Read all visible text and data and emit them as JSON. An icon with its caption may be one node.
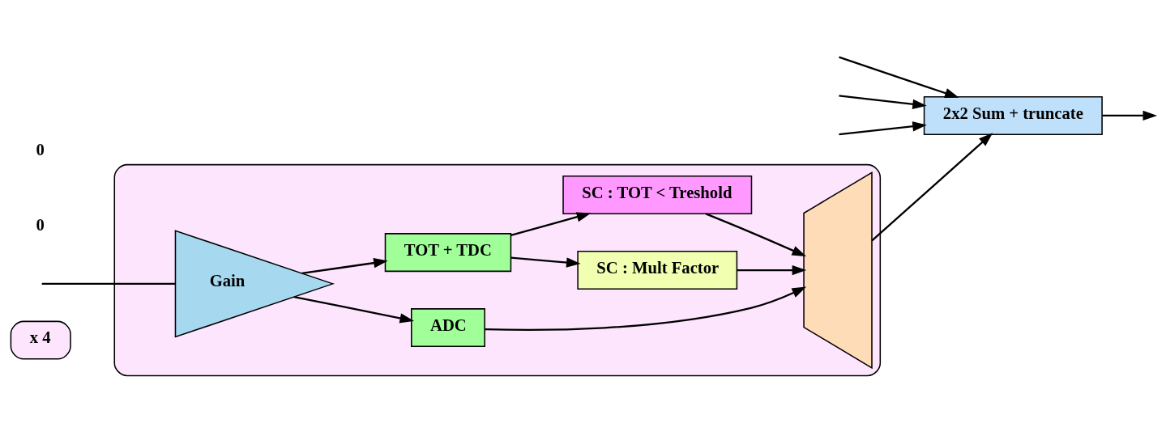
{
  "diagram": {
    "nodes": [
      {
        "text": [
          "x 4"
        ]
      },
      {
        "text": [],
        "shape": "box"
      },
      {
        "text": [
          "Gain"
        ],
        "in": 1
      },
      {
        "text": [
          "ADC"
        ],
        "in": 1
      },
      {
        "text": [
          "TOT + TDC"
        ],
        "in": 1
      },
      {
        "text": [
          "SC : Mult Factor"
        ],
        "in": 1
      },
      {
        "text": [],
        "shape": "trapezoid",
        "in": 1
      },
      {
        "text": [
          "SC : TOT < Treshold"
        ],
        "in": 1
      },
      {
        "text": [
          "2x2 Sum + truncate"
        ]
      }
    ],
    "edges": [
      {
        "from": null,
        "to": 2,
        "arrow": "none"
      },
      {
        "from": 2,
        "to": 3,
        "arrow": "to"
      },
      {
        "from": 2,
        "to": 4,
        "arrow": "to"
      },
      {
        "from": 3,
        "to": 6,
        "arrow": "to"
      },
      {
        "from": 4,
        "to": 5,
        "arrow": "to"
      },
      {
        "from": 4,
        "to": 7,
        "arrow": "to"
      },
      {
        "from": 5,
        "to": 6,
        "arrow": "to"
      },
      {
        "from": 7,
        "to": 6,
        "arrow": "to"
      },
      {
        "from": 6,
        "to": 8,
        "arrow": "to"
      },
      {
        "from": null,
        "to": 8,
        "arrow": "to"
      },
      {
        "from": null,
        "to": 8,
        "arrow": "to"
      },
      {
        "from": null,
        "to": 8,
        "arrow": "to"
      },
      {
        "from": 8,
        "to": null,
        "arrow": "to"
      }
    ],
    "labels": [
      "0",
      "0"
    ]
  }
}
